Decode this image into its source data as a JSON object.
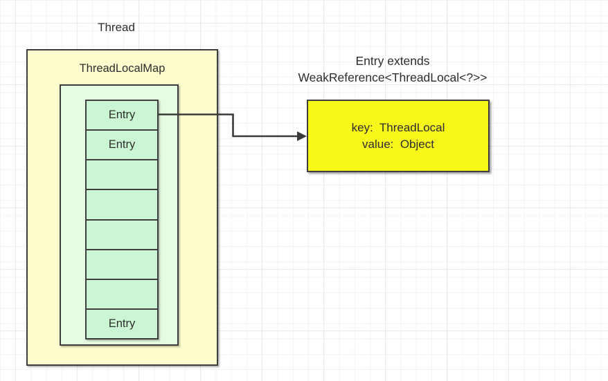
{
  "diagram": {
    "thread_label": "Thread",
    "map": {
      "title": "ThreadLocalMap",
      "entries": [
        {
          "label": "Entry"
        },
        {
          "label": "Entry"
        },
        {
          "label": ""
        },
        {
          "label": ""
        },
        {
          "label": ""
        },
        {
          "label": ""
        },
        {
          "label": ""
        },
        {
          "label": "Entry"
        }
      ]
    },
    "entry_note": {
      "line1": "Entry extends",
      "line2": "WeakReference<ThreadLocal<?>>"
    },
    "detail_box": {
      "key_line": "key:  ThreadLocal",
      "value_line": "value:  Object"
    },
    "colors": {
      "map_fill": "#fcfccd",
      "table_fill": "#e6fce2",
      "entry_fill": "#cbf6d3",
      "detail_fill": "#f8f818",
      "border": "#3d3d3d",
      "arrow": "#3a3a3a"
    }
  }
}
